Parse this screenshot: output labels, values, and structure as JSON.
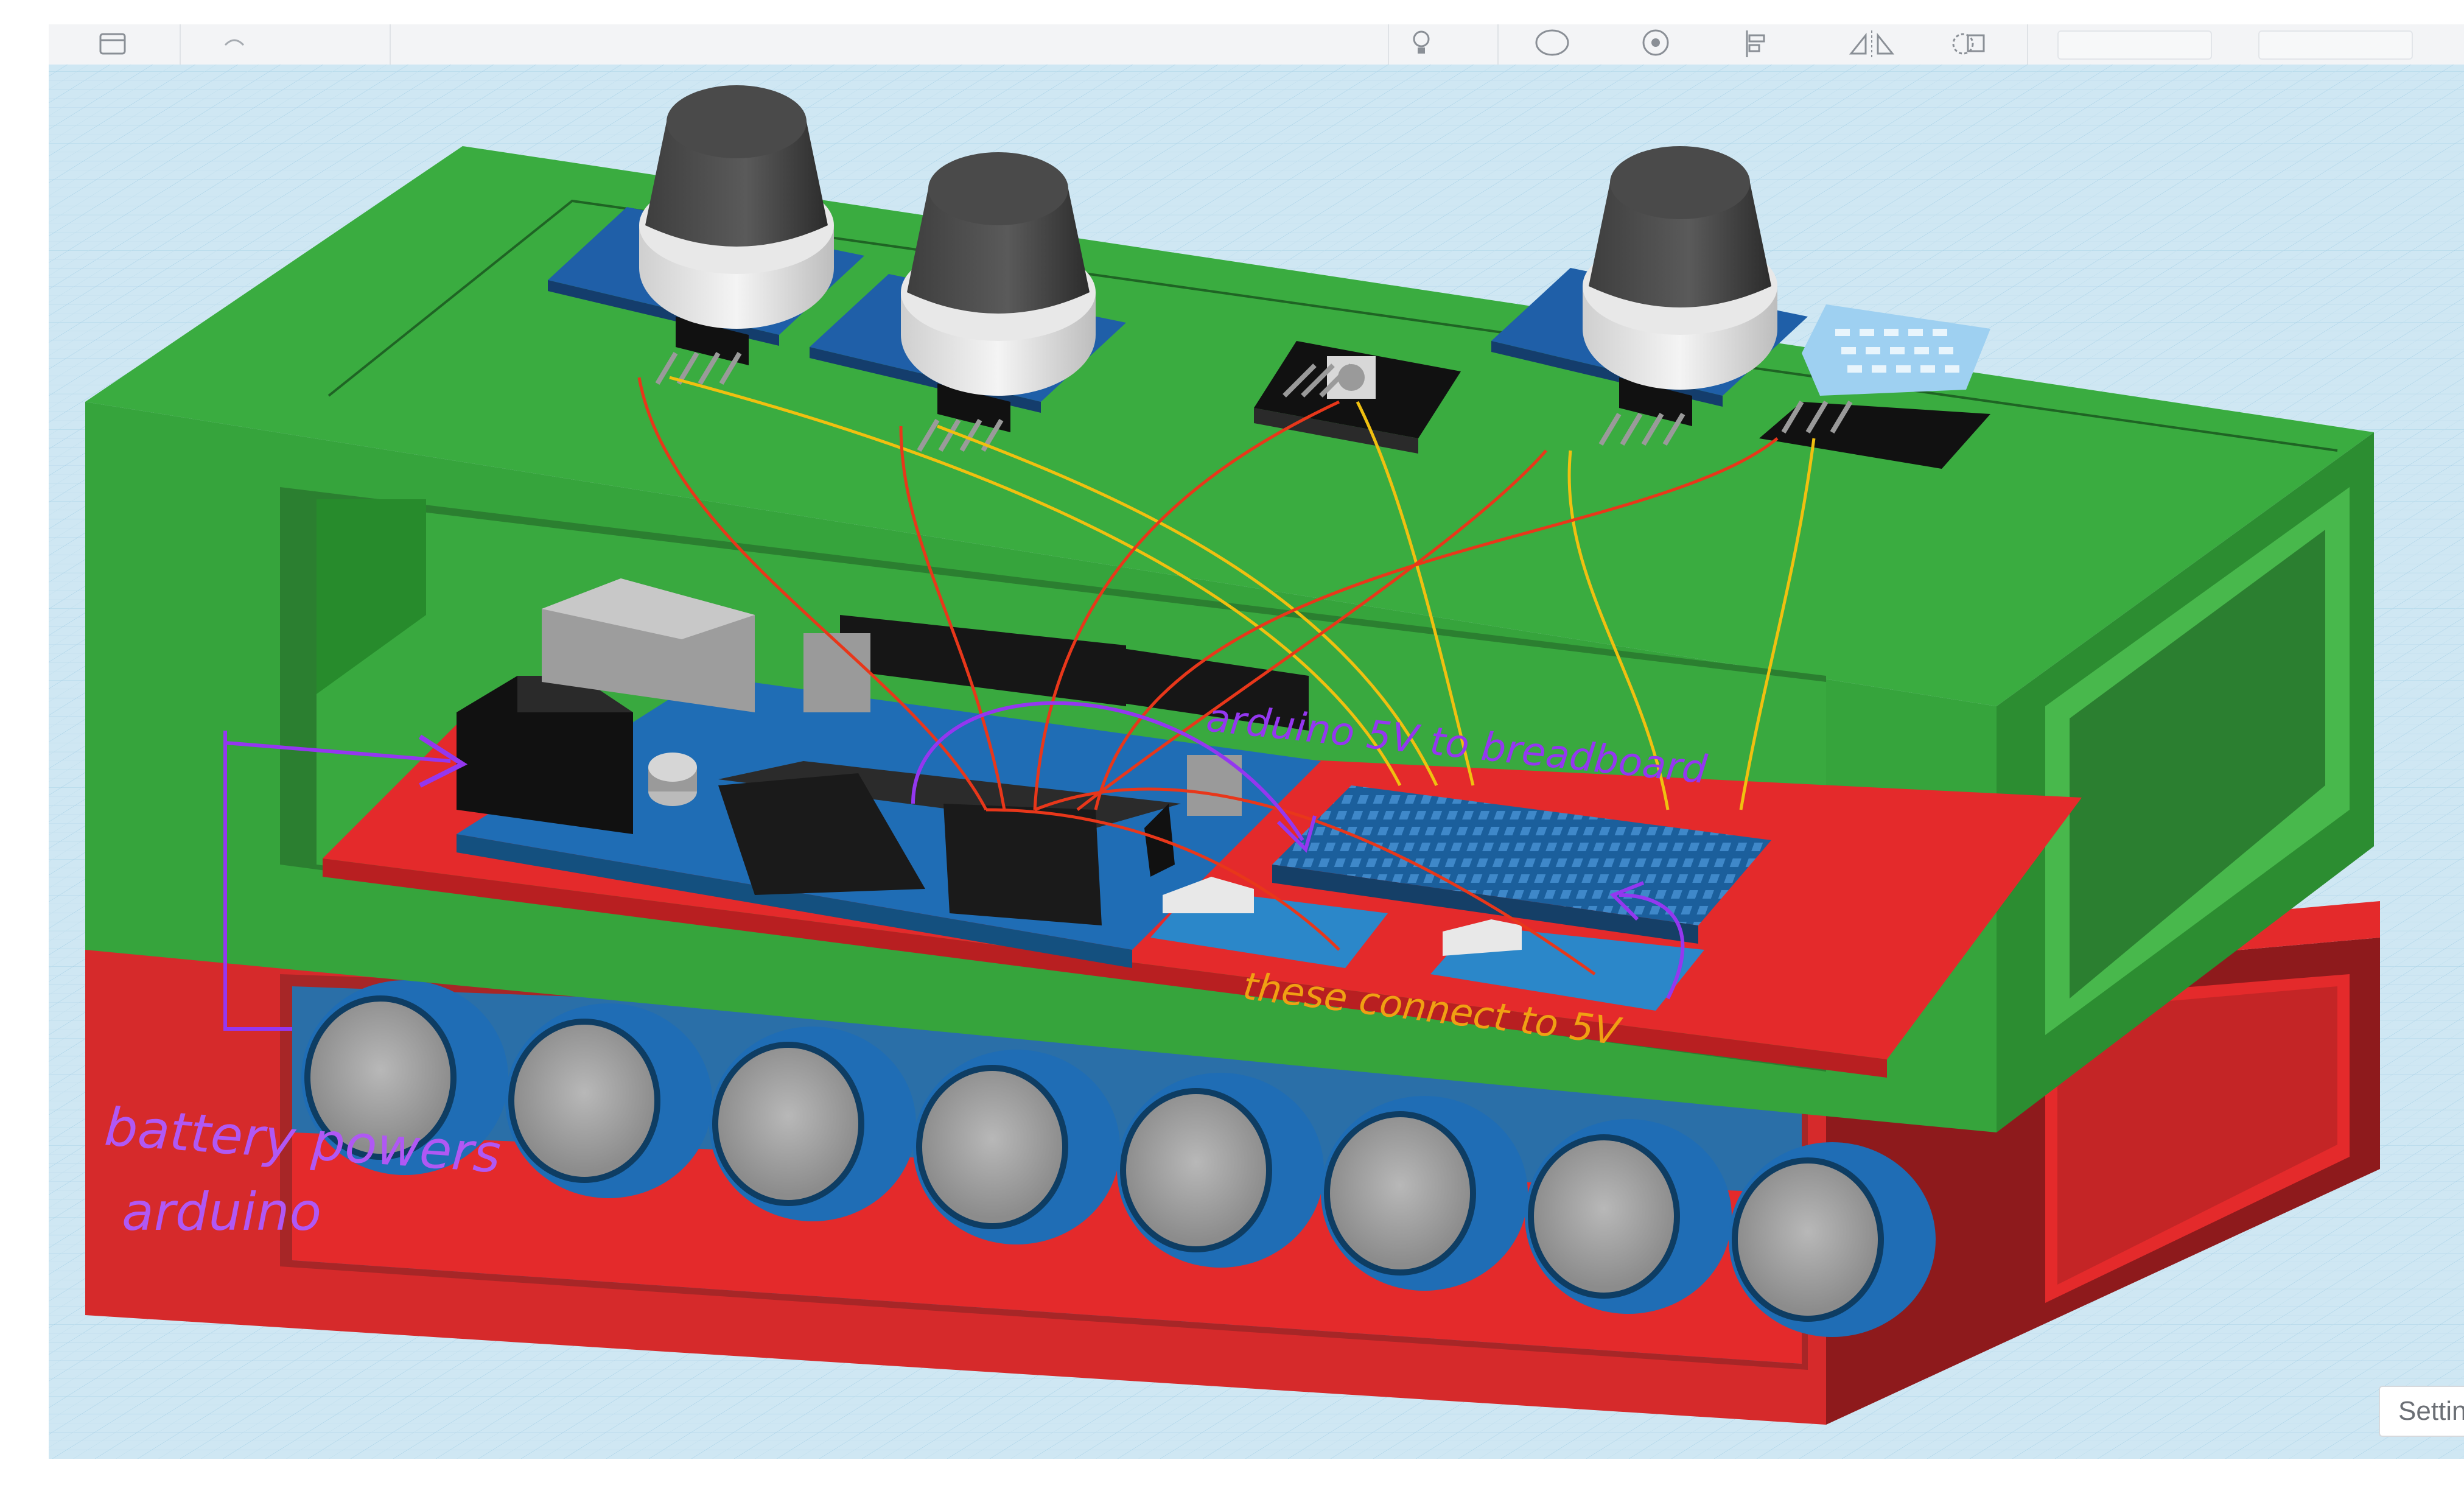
{
  "app": {
    "toolbar": {
      "icons": [
        "grid-icon",
        "lightbulb-icon",
        "comment-icon",
        "view-icon",
        "align-icon",
        "mirror-icon",
        "group-icon"
      ]
    },
    "settings_label": "Settings"
  },
  "scene": {
    "objects": {
      "enclosure_top": "green enclosure",
      "enclosure_base": "red battery tray",
      "arduino_board": "arduino",
      "breadboard": "breadboard",
      "sensors": [
        "gas-sensor-1",
        "gas-sensor-2",
        "potentiometer",
        "gas-sensor-3",
        "dht-sensor"
      ],
      "batteries_count": 8
    },
    "annotations": {
      "arduino_to_breadboard": "arduino 5V to breadboard",
      "these_connect": "these connect to 5V",
      "battery_powers": "battery powers",
      "arduino": "arduino"
    }
  },
  "colors": {
    "green": "#3aac40",
    "red": "#e42a2b",
    "blue_pcb": "#1f6db5",
    "purple_ink": "#9437f0",
    "orange_ink": "#f0a013",
    "grid_bg": "#cfe7f3"
  }
}
